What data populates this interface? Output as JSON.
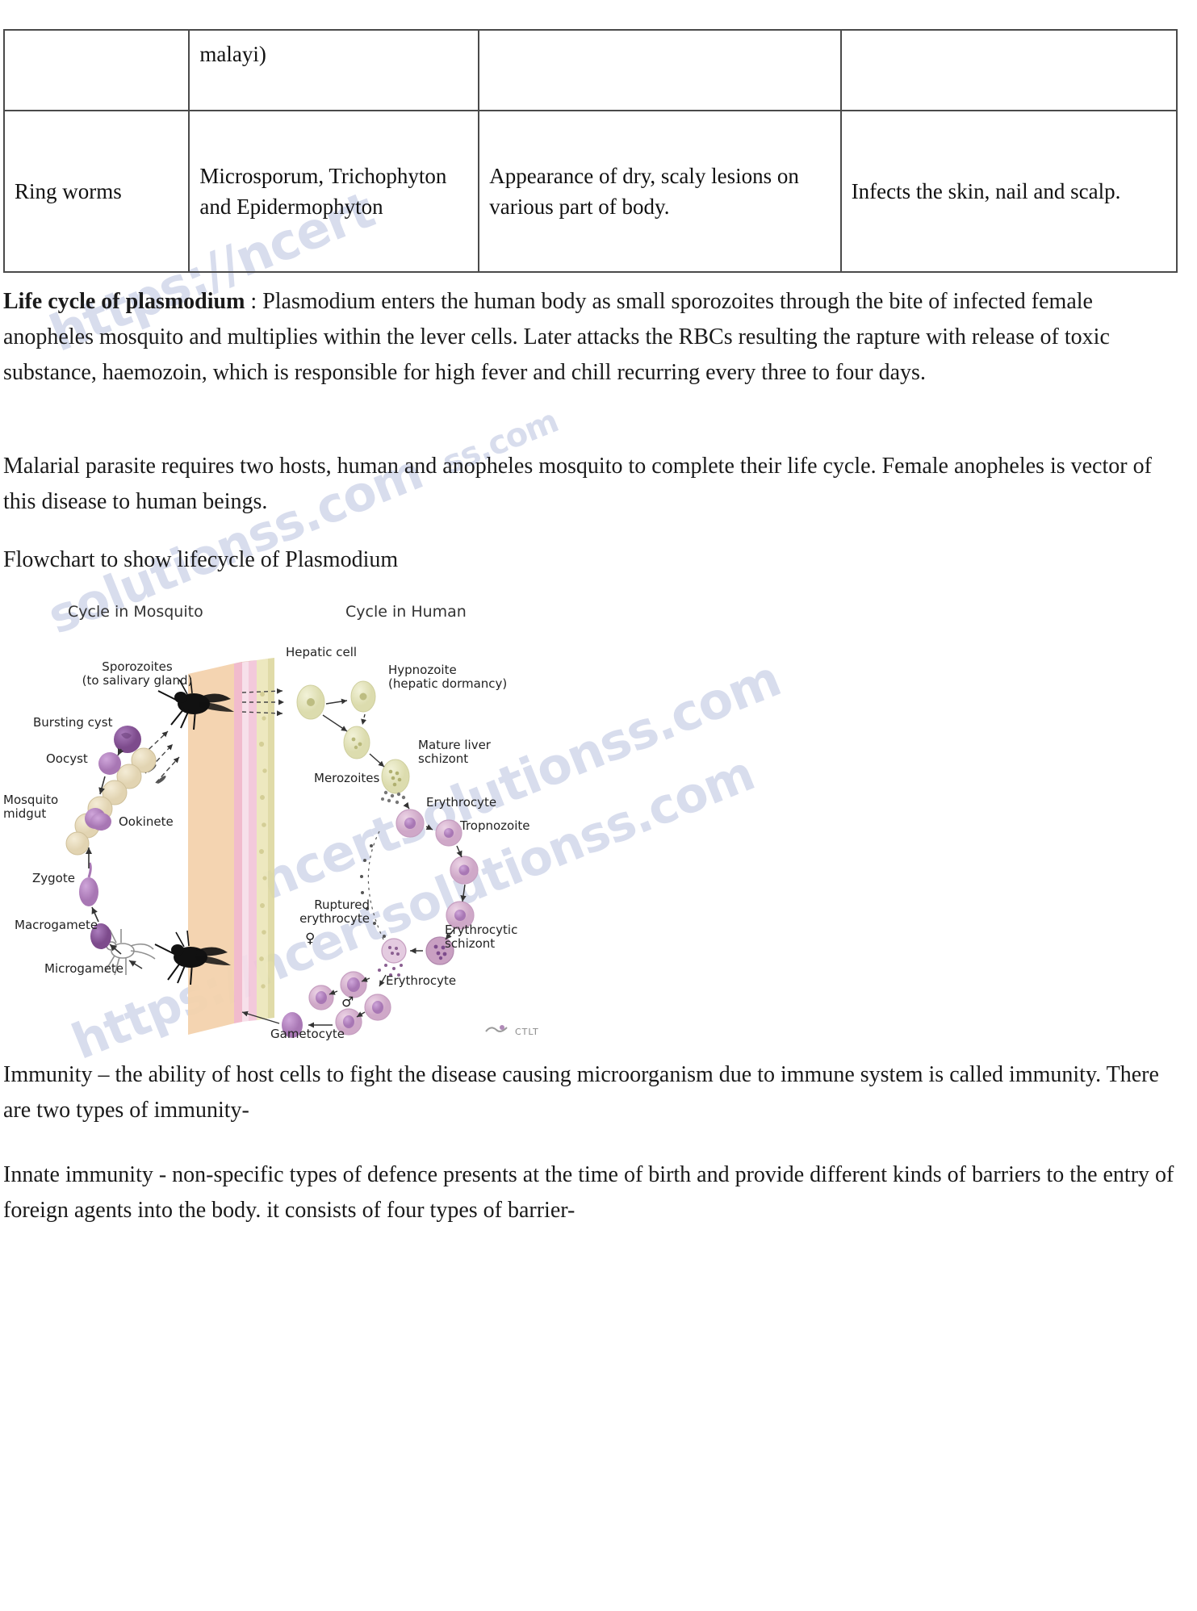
{
  "table": {
    "rows": [
      {
        "disease": "",
        "organism": "malayi)",
        "symptoms": "",
        "effect": ""
      },
      {
        "disease": "Ring worms",
        "organism": "Microsporum, Trichophyton and Epidermophyton",
        "symptoms": "Appearance of dry, scaly lesions on various part of body.",
        "effect": "Infects the skin, nail and scalp."
      }
    ]
  },
  "paragraphs": {
    "life_cycle_heading": "Life cycle of plasmodium",
    "life_cycle_body": " : Plasmodium enters the human body as small sporozoites through the bite of infected female anopheles mosquito and multiplies within the lever cells. Later attacks the RBCs resulting the rapture with release of toxic substance, haemozoin, which is responsible for high fever and chill recurring every three to four days.",
    "malarial": "Malarial parasite requires two hosts, human and anopheles mosquito to complete their life cycle. Female anopheles is vector of this disease to human beings.",
    "flowchart_caption": "Flowchart to show lifecycle of Plasmodium",
    "immunity": "Immunity – the ability of host cells to fight the disease causing microorganism due to immune system is called immunity. There are two types of immunity-",
    "innate": "Innate immunity - non-specific types of defence presents at the time of birth and provide different kinds of barriers to the entry of foreign agents into the body. it consists of four types of barrier-"
  },
  "watermark": {
    "text": "https://ncertsolutionss.com",
    "frag1": "https://ncert",
    "frag2": "ss.com",
    "frag3": "solutionss.com",
    "frag4": "ncertsolutionss.com",
    "frag5": "https://ncertsolutionss.com",
    "color": "#b9c2e0"
  },
  "diagram": {
    "title": "Lifecycle of Plasmodium",
    "headings": {
      "mosquito": "Cycle in Mosquito",
      "human": "Cycle in Human"
    },
    "labels": {
      "sporozoites": "Sporozoites",
      "sporozoites_sub": "(to salivary gland)",
      "bursting_cyst": "Bursting cyst",
      "oocyst": "Oocyst",
      "mosquito_midgut_1": "Mosquito",
      "mosquito_midgut_2": "midgut",
      "ookinete": "Ookinete",
      "zygote": "Zygote",
      "macrogamete": "Macrogamete",
      "microgamete": "Microgamete",
      "hepatic_cell": "Hepatic cell",
      "hypnozoite": "Hypnozoite",
      "hypnozoite_sub": "(hepatic dormancy)",
      "mature_liver": "Mature liver",
      "mature_liver_sub": "schizont",
      "merozoites": "Merozoites",
      "erythrocyte_top": "Erythrocyte",
      "tropnozoite": "Tropnozoite",
      "ruptured": "Ruptured",
      "ruptured_sub": "erythrocyte",
      "erythrocytic": "Erythrocytic",
      "erythrocytic_sub": "schizont",
      "erythrocyte_bottom": "Erythrocyte",
      "gametocyte": "Gametocyte",
      "female_symbol": "♀",
      "male_symbol": "♂",
      "credit": "CTLT"
    },
    "colors": {
      "parasite_purple": "#a877b4",
      "parasite_dark": "#7d4b8c",
      "oocyst_cream": "#e8dcc0",
      "vessel_tan": "#f0c9a0",
      "vessel_pink": "#f2c4d8",
      "vessel_yellow": "#e4e0b4",
      "erythrocyte": "#d9b6cf",
      "hepatic": "#e8e8c0"
    }
  }
}
